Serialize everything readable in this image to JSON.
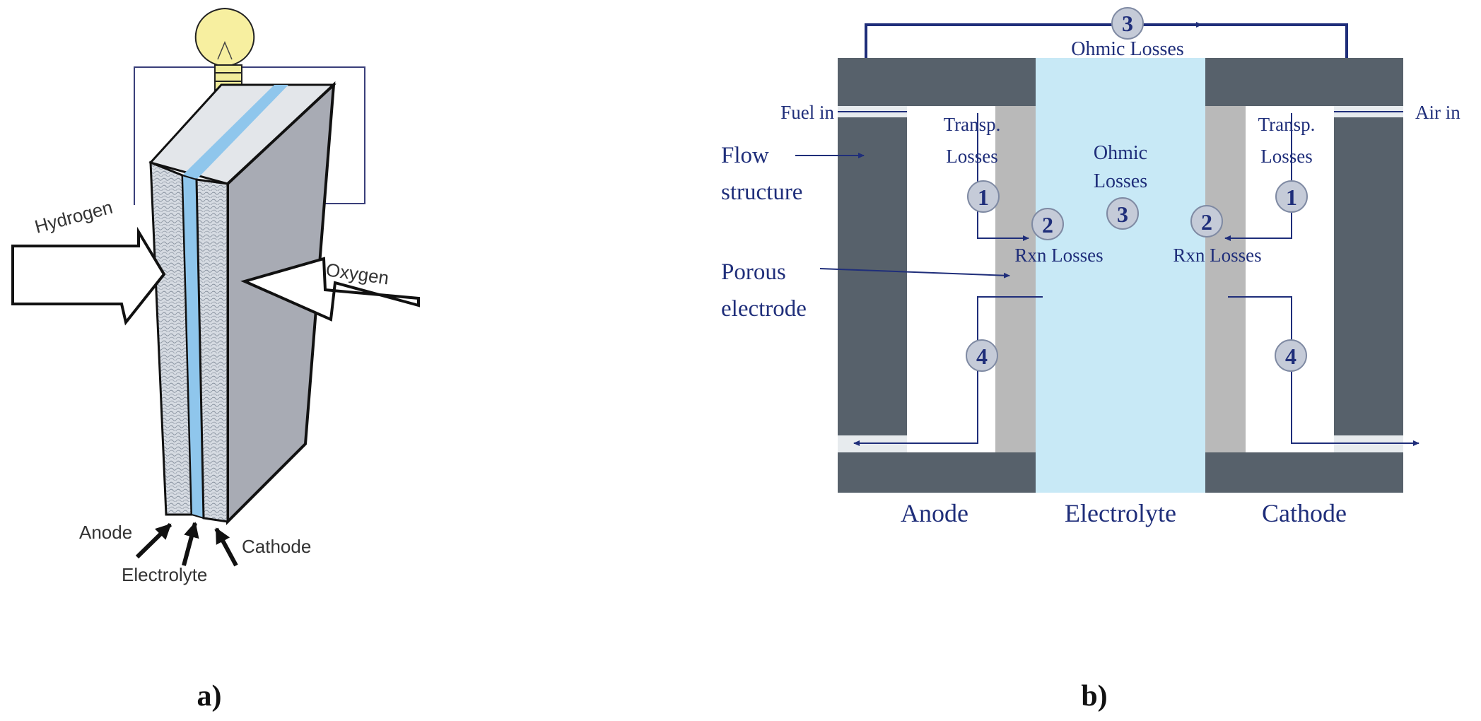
{
  "panel_a": {
    "caption": "a)",
    "labels": {
      "hydrogen": "Hydrogen",
      "oxygen": "Oxygen",
      "anode": "Anode",
      "electrolyte": "Electrolyte",
      "cathode": "Cathode"
    }
  },
  "panel_b": {
    "caption": "b)",
    "top_loss": {
      "number": "3",
      "label": "Ohmic Losses"
    },
    "fuel_in": "Fuel in",
    "air_in": "Air in",
    "flow": "Flow",
    "structure": "structure",
    "porous": "Porous",
    "electrode": "electrode",
    "transp": "Transp.",
    "losses": "Losses",
    "ohmic": "Ohmic",
    "rxn_losses": "Rxn Losses",
    "markers": {
      "one": "1",
      "two": "2",
      "three": "3",
      "four": "4"
    },
    "bottom_labels": {
      "anode": "Anode",
      "electrolyte": "Electrolyte",
      "cathode": "Cathode"
    }
  },
  "colors": {
    "plate_dark": "#57616b",
    "porous_gray": "#b9b9b9",
    "electrolyte_fill": "#c8e9f6",
    "label_navy": "#1f2e7a",
    "cell_blue": "#8fc6ec",
    "cathode_face": "#a8abb4"
  }
}
